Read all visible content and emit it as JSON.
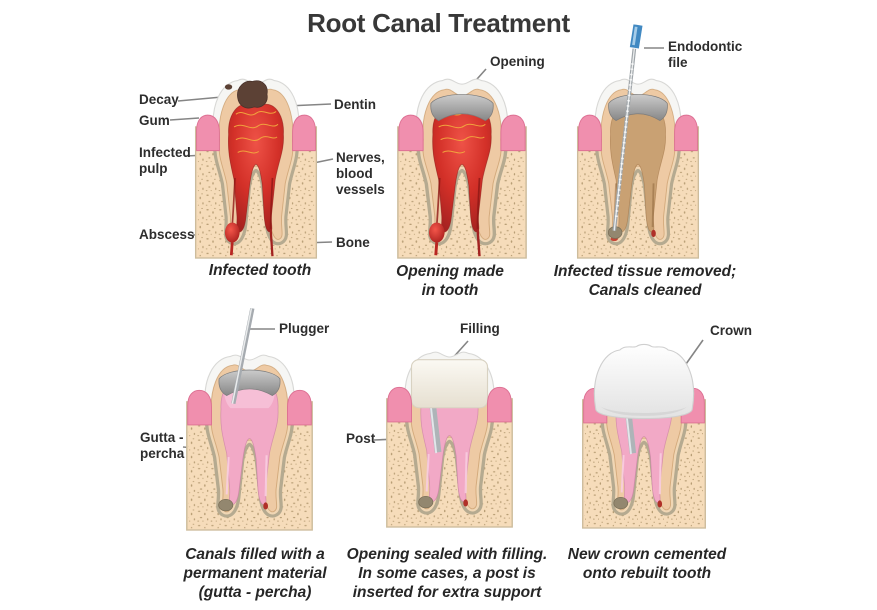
{
  "title": "Root Canal Treatment",
  "panels": [
    {
      "caption": "Infected tooth",
      "labels": {
        "decay": "Decay",
        "gum": "Gum",
        "infected_pulp": "Infected\npulp",
        "abscess": "Abscess",
        "dentin": "Dentin",
        "nerves": "Nerves,\nblood\nvessels",
        "bone": "Bone"
      }
    },
    {
      "caption": "Opening made\nin tooth",
      "labels": {
        "opening": "Opening"
      }
    },
    {
      "caption": "Infected tissue removed;\nCanals cleaned",
      "labels": {
        "endodontic_file": "Endodontic\nfile"
      }
    },
    {
      "caption": "Canals filled with a\npermanent material\n(gutta - percha)",
      "labels": {
        "plugger": "Plugger",
        "gutta_percha": "Gutta -\npercha"
      }
    },
    {
      "caption": "Opening sealed with filling.\nIn some cases, a post is\ninserted for extra support",
      "labels": {
        "filling": "Filling",
        "post": "Post"
      }
    },
    {
      "caption": "New crown cemented\nonto rebuilt tooth",
      "labels": {
        "crown": "Crown"
      }
    }
  ],
  "colors": {
    "title_text": "#383838",
    "label_text": "#2d2d2d",
    "caption_text": "#262626",
    "leader_line": "#858585",
    "enamel": "#f6f6f4",
    "enamel_edge": "#d8d8d6",
    "dentin": "#eecaa4",
    "dentin_edge": "#c89a68",
    "pulp_red": "#d33028",
    "pulp_red_dark": "#a32220",
    "nerve_orange": "#f2a83e",
    "gum_pink": "#f08fae",
    "gum_edge": "#dd7093",
    "bone_fill": "#f6dcba",
    "bone_edge": "#cdbc9c",
    "bone_speckle": "#b69c73",
    "socket_gray": "#b5aa90",
    "socket_gap": "#f0d6b4",
    "opening_gray": "#9a9a9a",
    "canal_clean": "#c9a173",
    "gutta_pink": "#f2a9c6",
    "metal": "#aeb4b8",
    "file_handle_blue": "#4189c2",
    "filling_white": "#f5f2ea",
    "crown_white": "#fbfbfb",
    "decay_brown": "#5c4135",
    "abscess_red": "#d92b25",
    "debris_gray": "#93876f",
    "background": "#ffffff"
  }
}
